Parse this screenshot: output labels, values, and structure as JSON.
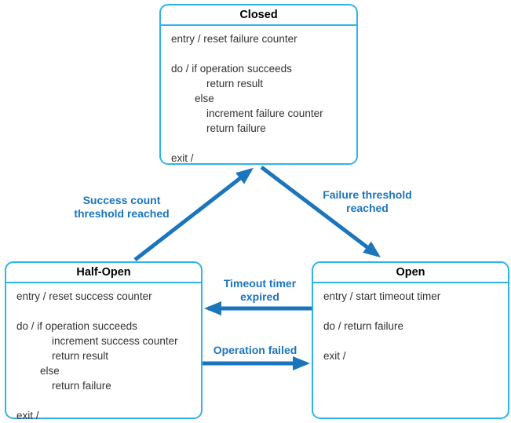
{
  "colors": {
    "box_border": "#2FB4E9",
    "arrow": "#1B75BC",
    "transition_label_text": "#1B75BC",
    "state_title_text": "#000000",
    "state_body_text": "#333333",
    "background": "#FFFFFF"
  },
  "states": [
    {
      "id": "closed",
      "title": "Closed",
      "lines": [
        "entry / reset failure counter",
        "",
        "do / if operation succeeds",
        "            return result",
        "        else",
        "            increment failure counter",
        "            return failure",
        "",
        "exit /"
      ]
    },
    {
      "id": "half-open",
      "title": "Half-Open",
      "lines": [
        "entry / reset success counter",
        "",
        "do / if operation succeeds",
        "            increment success counter",
        "            return result",
        "        else",
        "            return failure",
        "",
        "exit /"
      ]
    },
    {
      "id": "open",
      "title": "Open",
      "lines": [
        "entry / start timeout timer",
        "",
        "do / return failure",
        "",
        "exit /"
      ]
    }
  ],
  "transitions": [
    {
      "id": "success-count-threshold-reached",
      "from": "Half-Open",
      "to": "Closed",
      "label_lines": [
        "Success count",
        "threshold reached"
      ]
    },
    {
      "id": "failure-threshold-reached",
      "from": "Closed",
      "to": "Open",
      "label_lines": [
        "Failure threshold",
        "reached"
      ]
    },
    {
      "id": "timeout-timer-expired",
      "from": "Open",
      "to": "Half-Open",
      "label_lines": [
        "Timeout timer",
        "expired"
      ]
    },
    {
      "id": "operation-failed",
      "from": "Half-Open",
      "to": "Open",
      "label_lines": [
        "Operation failed"
      ]
    }
  ]
}
